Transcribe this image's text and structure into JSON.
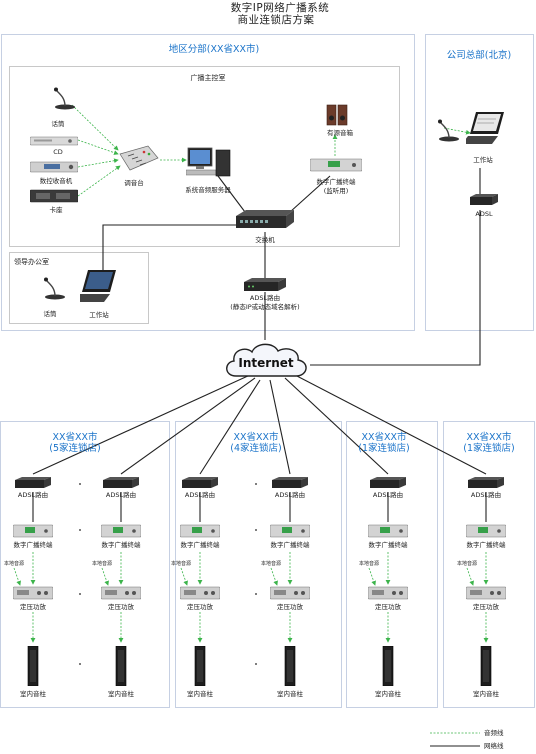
{
  "title": {
    "line1": "数字IP网络广播系统",
    "line2": "商业连锁店方案"
  },
  "regional": {
    "title": "地区分部(XX省XX市)",
    "control_room": {
      "title": "广播主控室",
      "mic": "话筒",
      "cd": "CD",
      "tuner": "数控收音机",
      "deck": "卡座",
      "mixer": "调音台",
      "server": "系统音频服务器",
      "speaker": "有源音箱",
      "terminal_line1": "数字广播终端",
      "terminal_line2": "(监听用)",
      "switch": "交换机"
    },
    "office": {
      "title": "领导办公室",
      "mic": "话筒",
      "workstation": "工作站"
    },
    "router_line1": "ADSL路由",
    "router_line2": "(静态IP或动态域名解析)"
  },
  "hq": {
    "title": "公司总部(北京)",
    "workstation": "工作站",
    "adsl": "ADSL"
  },
  "internet": "Internet",
  "stores": [
    {
      "title_line1": "XX省XX市",
      "title_line2": "(5家连锁店)"
    },
    {
      "title_line1": "XX省XX市",
      "title_line2": "(4家连锁店)"
    },
    {
      "title_line1": "XX省XX市",
      "title_line2": "(1家连锁店)"
    },
    {
      "title_line1": "XX省XX市",
      "title_line2": "(1家连锁店)"
    }
  ],
  "store_labels": {
    "router": "ADSL路由",
    "terminal": "数字广播终端",
    "local_source": "本地音源",
    "amplifier": "定压功放",
    "column_speaker": "室内音柱"
  },
  "legend": {
    "audio_line": "音频线",
    "network_line": "网络线"
  },
  "colors": {
    "accent_blue": "#1a73c9",
    "audio_line": "#3cb44b",
    "network_line": "#222222",
    "panel_border": "#c6d0e3"
  }
}
